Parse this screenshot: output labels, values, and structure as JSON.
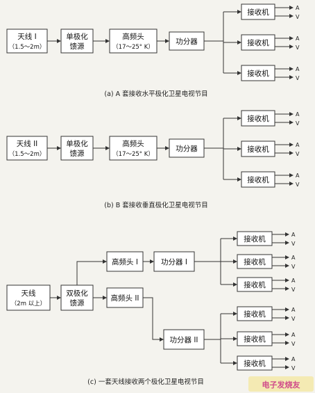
{
  "diagram_a": {
    "antenna_label": "天线 I",
    "antenna_size": "（1.5～2m）",
    "feed_line1": "单极化",
    "feed_line2": "馈源",
    "lnb_label": "高频头",
    "lnb_temp": "（17～25° K）",
    "splitter": "功分器",
    "receiver": "接收机",
    "out_a": "A",
    "out_v": "V",
    "caption": "(a) A 套接收水平极化卫星电视节目"
  },
  "diagram_b": {
    "antenna_label": "天线 II",
    "antenna_size": "（1.5～2m）",
    "feed_line1": "单极化",
    "feed_line2": "馈源",
    "lnb_label": "高频头",
    "lnb_temp": "（17～25° K）",
    "splitter": "功分器",
    "receiver": "接收机",
    "out_a": "A",
    "out_v": "V",
    "caption": "(b) B 套接收垂直极化卫星电视节目"
  },
  "diagram_c": {
    "antenna_label": "天线",
    "antenna_size": "（2m 以上）",
    "feed_line1": "双极化",
    "feed_line2": "馈源",
    "lnb1": "高频头 I",
    "lnb2": "高频头 II",
    "splitter1": "功分器 I",
    "splitter2": "功分器 II",
    "receiver": "接收机",
    "out_a": "A",
    "out_v": "V",
    "caption": "(c) 一套天线接收两个极化卫星电视节目"
  },
  "watermark": "电子发烧友",
  "colors": {
    "line": "#333333",
    "box_fill": "#ffffff",
    "background": "#f4f3ee"
  }
}
